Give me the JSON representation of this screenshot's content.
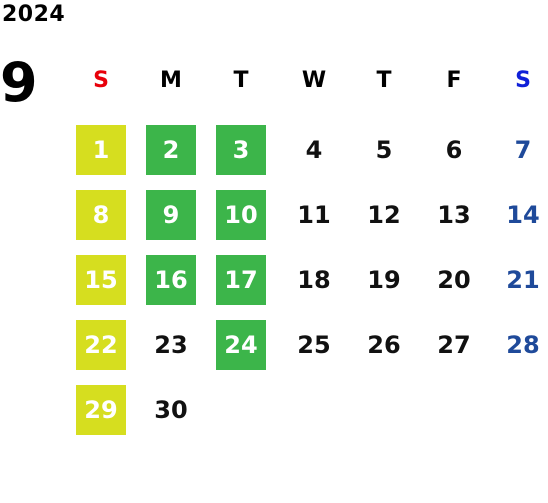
{
  "calendar": {
    "year": "2024",
    "month": "9",
    "weekdays": [
      {
        "label": "S",
        "color": "#e8000a"
      },
      {
        "label": "M",
        "color": "#000000"
      },
      {
        "label": "T",
        "color": "#000000"
      },
      {
        "label": "W",
        "color": "#000000"
      },
      {
        "label": "T",
        "color": "#000000"
      },
      {
        "label": "F",
        "color": "#000000"
      },
      {
        "label": "S",
        "color": "#1020d8"
      }
    ],
    "weeks": [
      [
        {
          "day": "1",
          "highlight": "yellow-green"
        },
        {
          "day": "2",
          "highlight": "green"
        },
        {
          "day": "3",
          "highlight": "green"
        },
        {
          "day": "4",
          "highlight": "none"
        },
        {
          "day": "5",
          "highlight": "none"
        },
        {
          "day": "6",
          "highlight": "none"
        },
        {
          "day": "7",
          "highlight": "none"
        }
      ],
      [
        {
          "day": "8",
          "highlight": "yellow-green"
        },
        {
          "day": "9",
          "highlight": "green"
        },
        {
          "day": "10",
          "highlight": "green"
        },
        {
          "day": "11",
          "highlight": "none"
        },
        {
          "day": "12",
          "highlight": "none"
        },
        {
          "day": "13",
          "highlight": "none"
        },
        {
          "day": "14",
          "highlight": "none"
        }
      ],
      [
        {
          "day": "15",
          "highlight": "yellow-green"
        },
        {
          "day": "16",
          "highlight": "green"
        },
        {
          "day": "17",
          "highlight": "green"
        },
        {
          "day": "18",
          "highlight": "none"
        },
        {
          "day": "19",
          "highlight": "none"
        },
        {
          "day": "20",
          "highlight": "none"
        },
        {
          "day": "21",
          "highlight": "none"
        }
      ],
      [
        {
          "day": "22",
          "highlight": "yellow-green"
        },
        {
          "day": "23",
          "highlight": "none"
        },
        {
          "day": "24",
          "highlight": "green"
        },
        {
          "day": "25",
          "highlight": "none"
        },
        {
          "day": "26",
          "highlight": "none"
        },
        {
          "day": "27",
          "highlight": "none"
        },
        {
          "day": "28",
          "highlight": "none"
        }
      ],
      [
        {
          "day": "29",
          "highlight": "yellow-green"
        },
        {
          "day": "30",
          "highlight": "none"
        }
      ]
    ],
    "colors": {
      "yellow_green_fill": "#d6de1f",
      "green_fill": "#3cb54a",
      "saturday_text": "#1f4a9a",
      "default_text": "#111111"
    }
  }
}
